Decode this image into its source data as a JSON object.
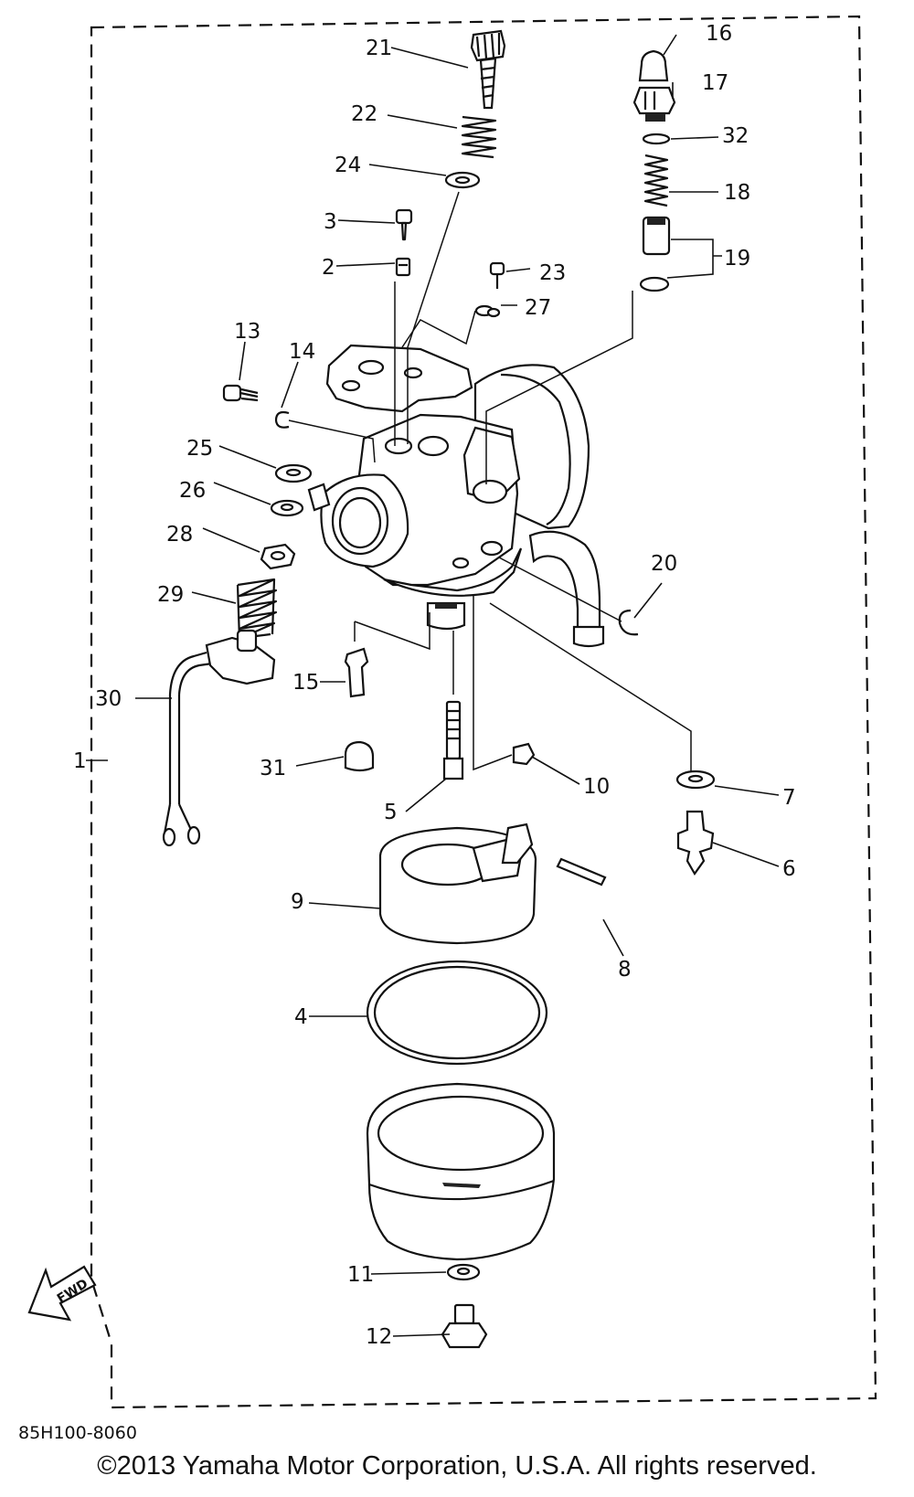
{
  "diagram": {
    "doc_code": "85H100-8060",
    "copyright": "©2013 Yamaha Motor Corporation, U.S.A. All rights reserved.",
    "callouts": {
      "p1": "1",
      "p2": "2",
      "p3": "3",
      "p4": "4",
      "p5": "5",
      "p6": "6",
      "p7": "7",
      "p8": "8",
      "p9": "9",
      "p10": "10",
      "p11": "11",
      "p12": "12",
      "p13": "13",
      "p14": "14",
      "p15": "15",
      "p16": "16",
      "p17": "17",
      "p18": "18",
      "p19": "19",
      "p20": "20",
      "p21": "21",
      "p22": "22",
      "p23": "23",
      "p24": "24",
      "p25": "25",
      "p26": "26",
      "p27": "27",
      "p28": "28",
      "p29": "29",
      "p30": "30",
      "p31": "31",
      "p32": "32"
    },
    "fwd_label": "FWD"
  }
}
